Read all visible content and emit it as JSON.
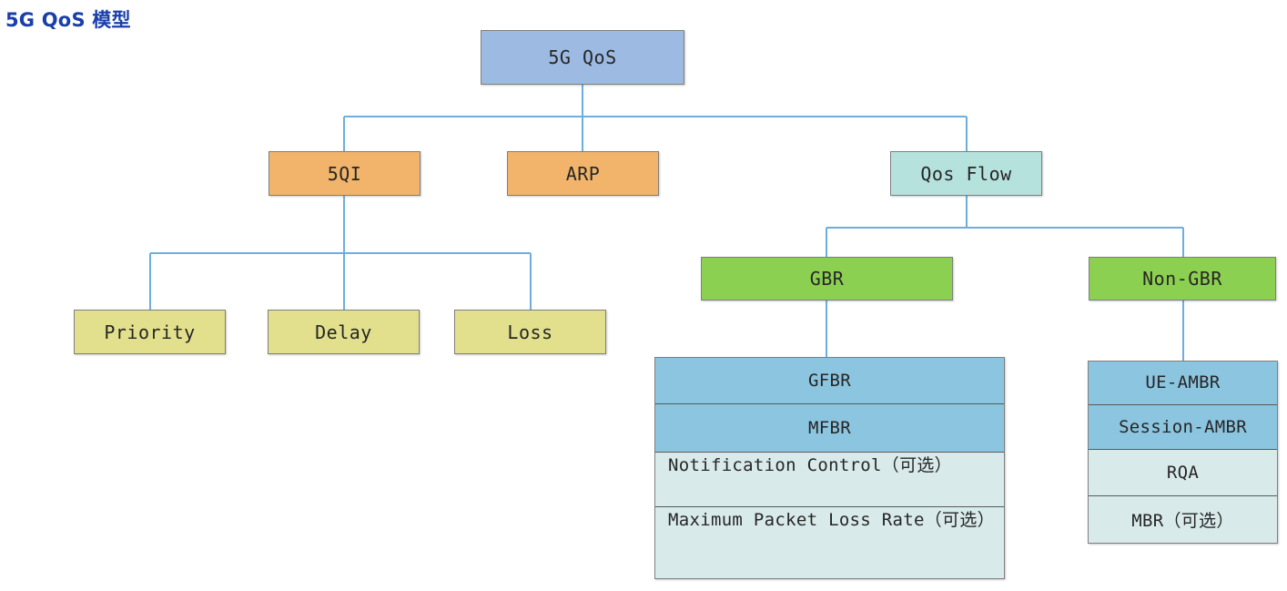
{
  "page": {
    "title": "5G QoS 模型",
    "title_color": "#1a3faa",
    "background": "#ffffff"
  },
  "palette": {
    "root_blue": "#9dbae2",
    "orange": "#f2b46b",
    "teal": "#b6e2de",
    "khaki": "#e2e08c",
    "green": "#8cd051",
    "row_blue": "#8cc5e0",
    "row_mint": "#d9eaea",
    "connector": "#6daee0",
    "border": "#7f7f7f"
  },
  "diagram": {
    "type": "tree",
    "root": {
      "label": "5G QoS",
      "color": "root_blue"
    },
    "level2": [
      {
        "label": "5QI",
        "color": "orange"
      },
      {
        "label": "ARP",
        "color": "orange"
      },
      {
        "label": "Qos Flow",
        "color": "teal"
      }
    ],
    "qi_children": [
      {
        "label": "Priority",
        "color": "khaki"
      },
      {
        "label": "Delay",
        "color": "khaki"
      },
      {
        "label": "Loss",
        "color": "khaki"
      }
    ],
    "flow_children": [
      {
        "label": "GBR",
        "color": "green"
      },
      {
        "label": "Non-GBR",
        "color": "green"
      }
    ],
    "gbr_details": {
      "rows": [
        {
          "label": "GFBR",
          "style": "blue"
        },
        {
          "label": "MFBR",
          "style": "blue"
        },
        {
          "label": "Notification Control（可选）",
          "style": "mint-wrap"
        },
        {
          "label": "Maximum Packet Loss Rate（可选）",
          "style": "mint-wrap"
        }
      ]
    },
    "non_gbr_details": {
      "rows": [
        {
          "label": "UE-AMBR",
          "style": "blue"
        },
        {
          "label": "Session-AMBR",
          "style": "blue"
        },
        {
          "label": "RQA",
          "style": "mint"
        },
        {
          "label": "MBR（可选）",
          "style": "mint"
        }
      ]
    }
  }
}
